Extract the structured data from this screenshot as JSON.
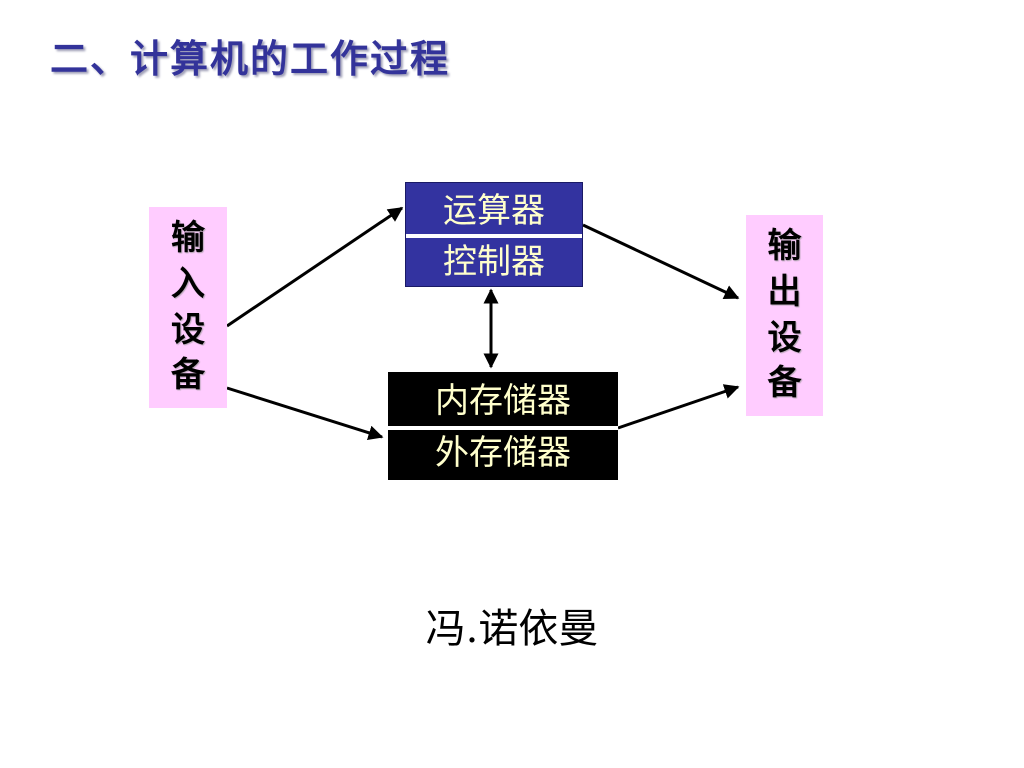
{
  "slide": {
    "title": "二、计算机的工作过程",
    "input_device": [
      "输",
      "入",
      "设",
      "备"
    ],
    "output_device": [
      "输",
      "出",
      "设",
      "备"
    ],
    "processor": {
      "line1": "运算器",
      "line2": "控制器"
    },
    "storage": {
      "line1": "内存储器",
      "line2": "外存储器"
    },
    "caption": "冯.诺依曼"
  },
  "colors": {
    "title": "#33339a",
    "device_box": "#ffccff",
    "processor_box": "#3333a0",
    "storage_box": "#000000",
    "box_text": "#ffffcc",
    "arrow": "#000000"
  }
}
